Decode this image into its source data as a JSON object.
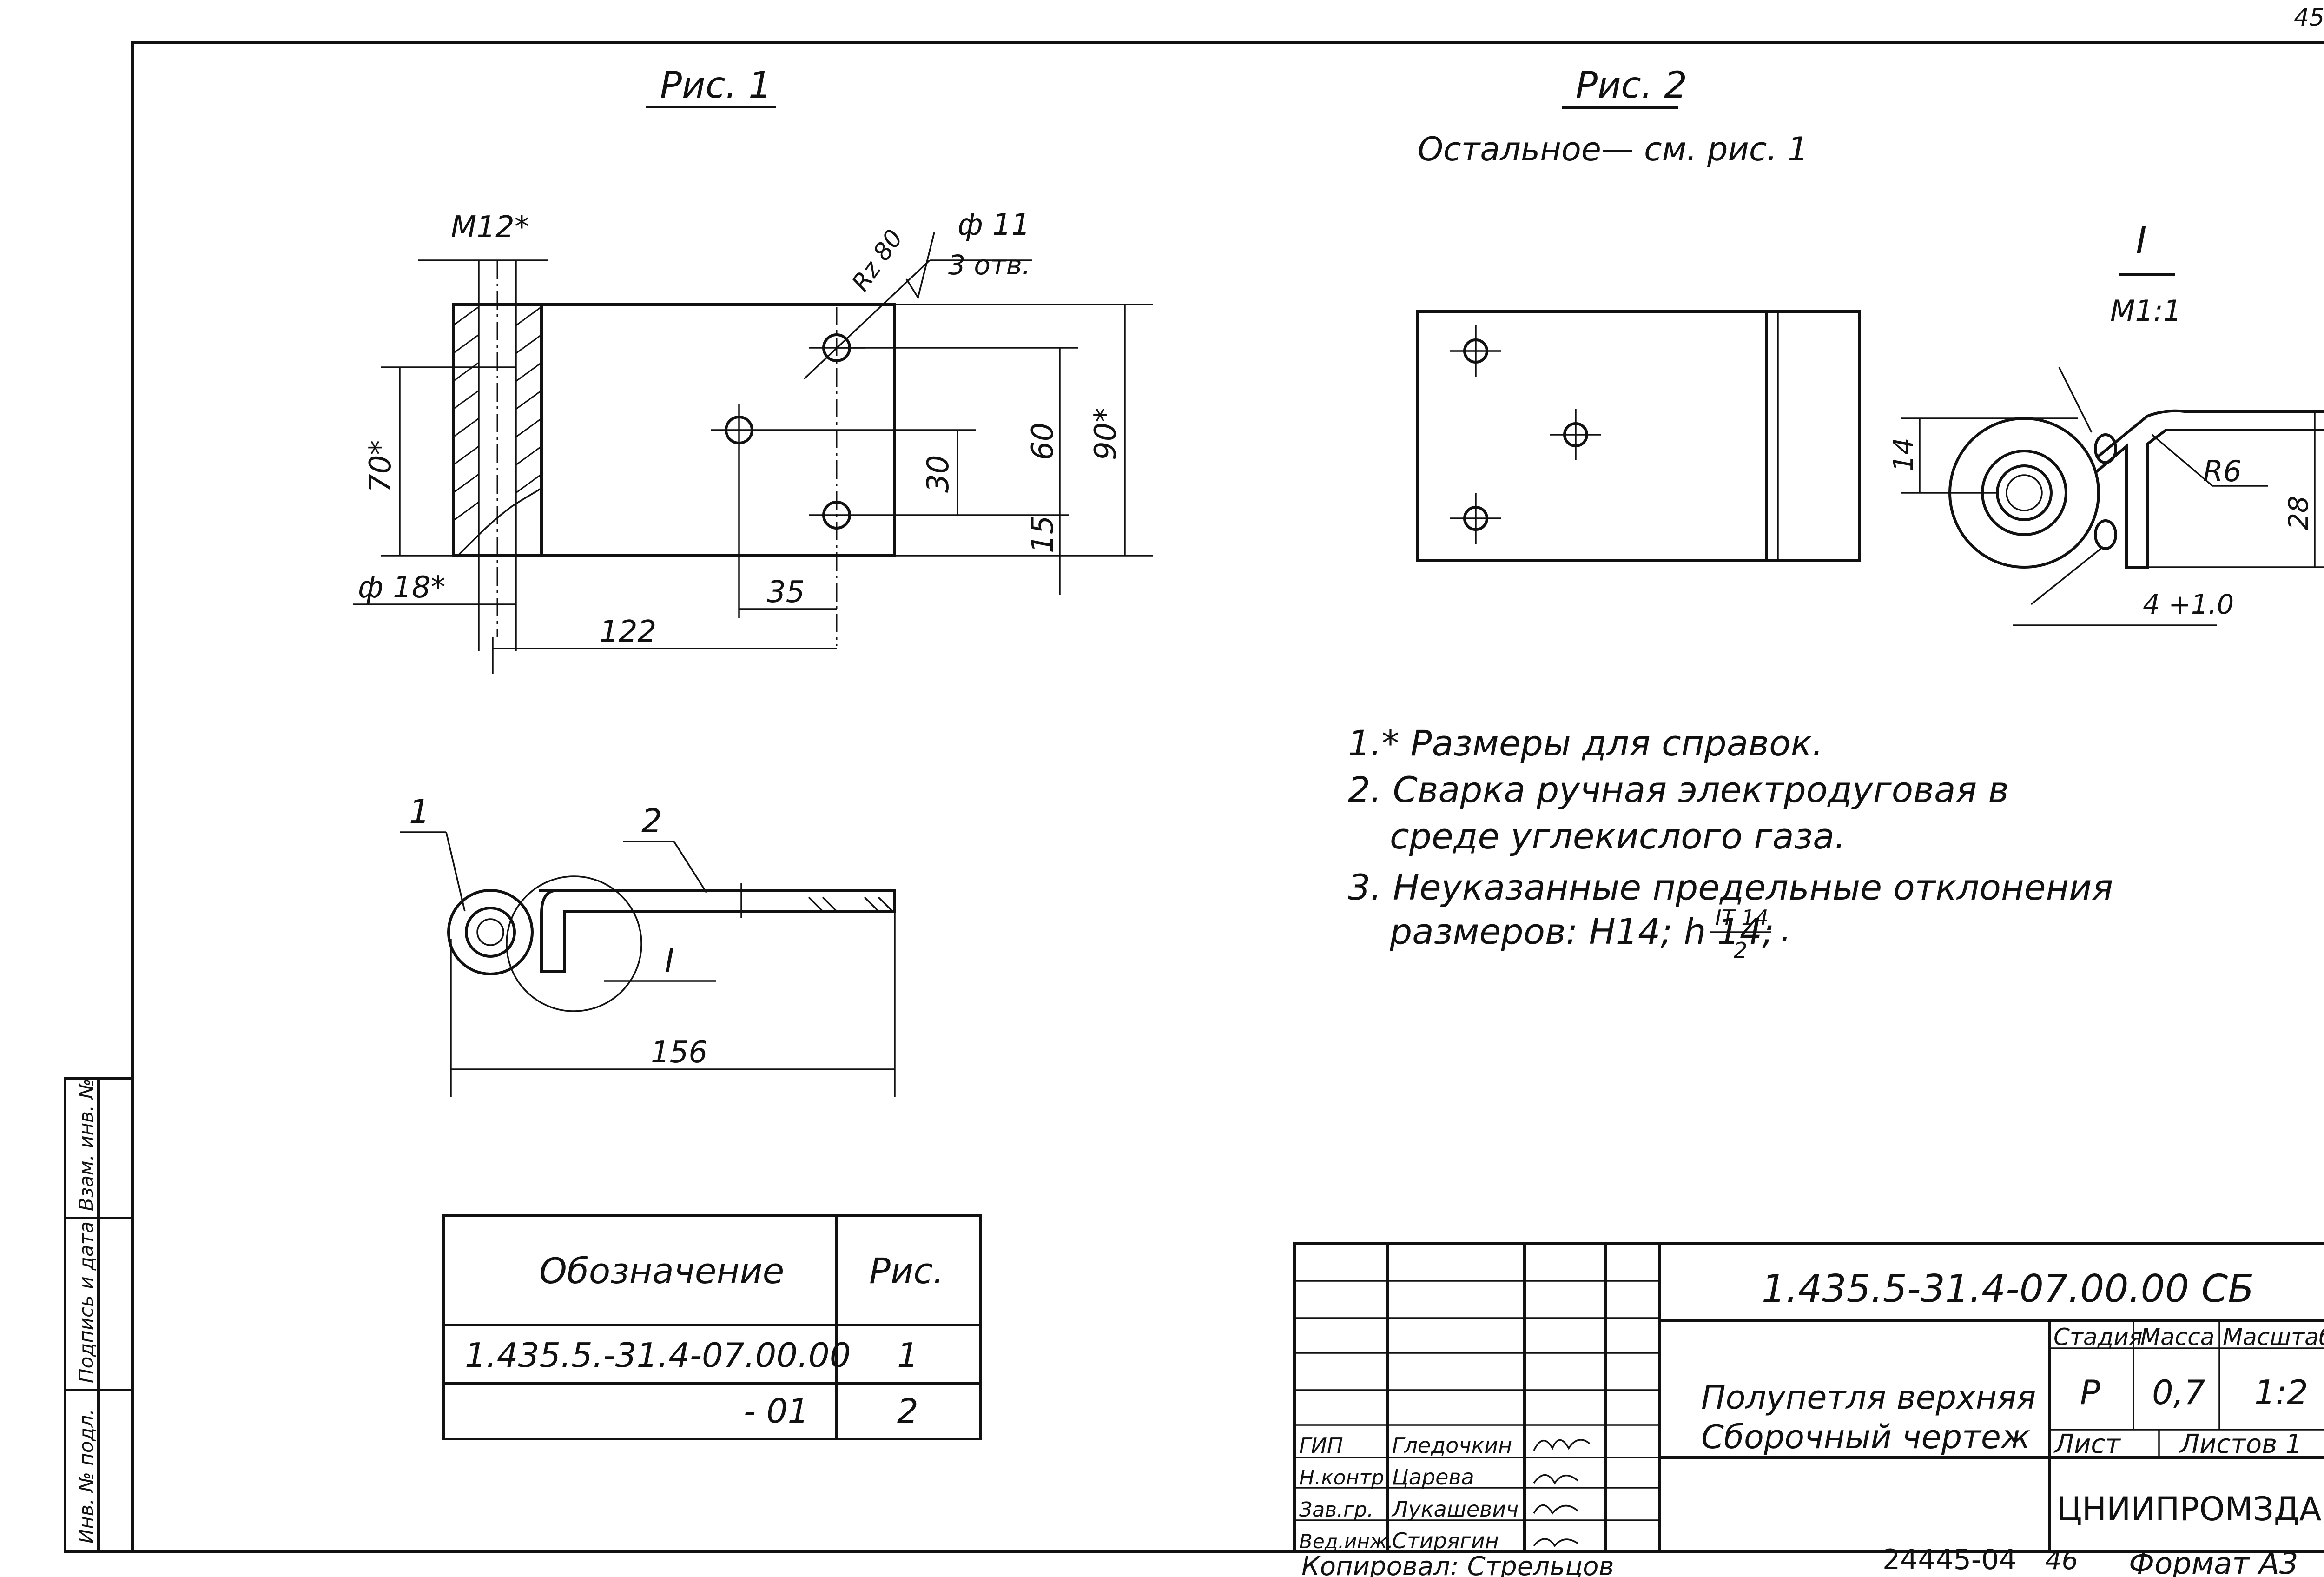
{
  "page_number": "45",
  "fig1": {
    "title": "Рис. 1",
    "dims": {
      "thread": "М12*",
      "height_total": "70*",
      "pin_dia": "ф 18*",
      "hole_dia": "ф 11",
      "hole_count": "3 отв.",
      "roughness": "Rz 80",
      "d30": "30",
      "d60": "60",
      "d90": "90*",
      "d15": "15",
      "d35": "35",
      "d122": "122",
      "d156": "156"
    },
    "callouts": {
      "pos1": "1",
      "pos2": "2",
      "detail": "I"
    }
  },
  "fig2": {
    "title": "Рис. 2",
    "subtitle": "Остальное— см. рис. 1",
    "detail_title": "I",
    "detail_scale": "М1:1",
    "dims": {
      "d14": "14",
      "r6": "R6",
      "d28": "28",
      "d4": "4 +1.0"
    }
  },
  "notes": [
    "1.* Размеры для справок.",
    "2. Сварка ручная электродуговая в",
    "среде углекислого газа.",
    "3. Неуказанные предельные отклонения",
    "размеров: Н14; h 14;"
  ],
  "notes_fraction": {
    "num": "IT 14",
    "den": "2",
    "end": "."
  },
  "designation_table": {
    "headers": [
      "Обозначение",
      "Рис."
    ],
    "rows": [
      {
        "designation": "1.435.5.-31.4-07.00.00",
        "fig": "1"
      },
      {
        "designation": "- 01",
        "fig": "2"
      }
    ]
  },
  "title_block": {
    "code": "1.435.5-31.4-07.00.00 СБ",
    "name_line1": "Полупетля верхняя",
    "name_line2": "Сборочный чертеж",
    "stage_label": "Стадия",
    "mass_label": "Масса",
    "scale_label": "Масштаб",
    "stage": "Р",
    "mass": "0,7",
    "scale": "1:2",
    "sheet_label": "Лист",
    "sheets_label": "Листов 1",
    "org": "ЦНИИПРОМЗДАНИЙ",
    "people": [
      {
        "role": "ГИП",
        "name": "Гледочкин"
      },
      {
        "role": "Н.контр.",
        "name": "Царева"
      },
      {
        "role": "Зав.гр.",
        "name": "Лукашевич"
      },
      {
        "role": "Вед.инж.",
        "name": "Стирягин"
      }
    ]
  },
  "side_stamp": [
    "Инв. № подл.",
    "Подпись и дата",
    "Взам. инв. №"
  ],
  "bottom": {
    "number": "24445-04",
    "sheet": "46",
    "format": "Формат А3",
    "footer": "Копировал: Стрельцов"
  }
}
